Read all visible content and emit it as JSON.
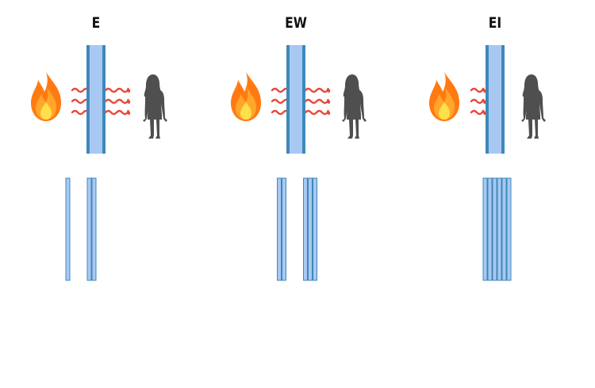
{
  "colors": {
    "pane_fill": "#a8c8f4",
    "pane_edge": "#3f88b8",
    "heat": "#e8483a",
    "person": "#4f4f4f",
    "flame_outer": "#ff7a12",
    "flame_mid": "#ffa62b",
    "flame_inner": "#ffe04a"
  },
  "icons": [
    "fire-icon",
    "heat-wave-icon",
    "glass-pane-icon",
    "person-icon"
  ],
  "columns": [
    {
      "label": "E",
      "heat_waves": 3,
      "heat_through": true,
      "layer_groups": [
        1,
        2
      ]
    },
    {
      "label": "EW",
      "heat_waves": 3,
      "heat_through": true,
      "layer_groups": [
        2,
        3
      ]
    },
    {
      "label": "EI",
      "heat_waves": 3,
      "heat_through": false,
      "layer_groups": [
        6
      ]
    }
  ]
}
